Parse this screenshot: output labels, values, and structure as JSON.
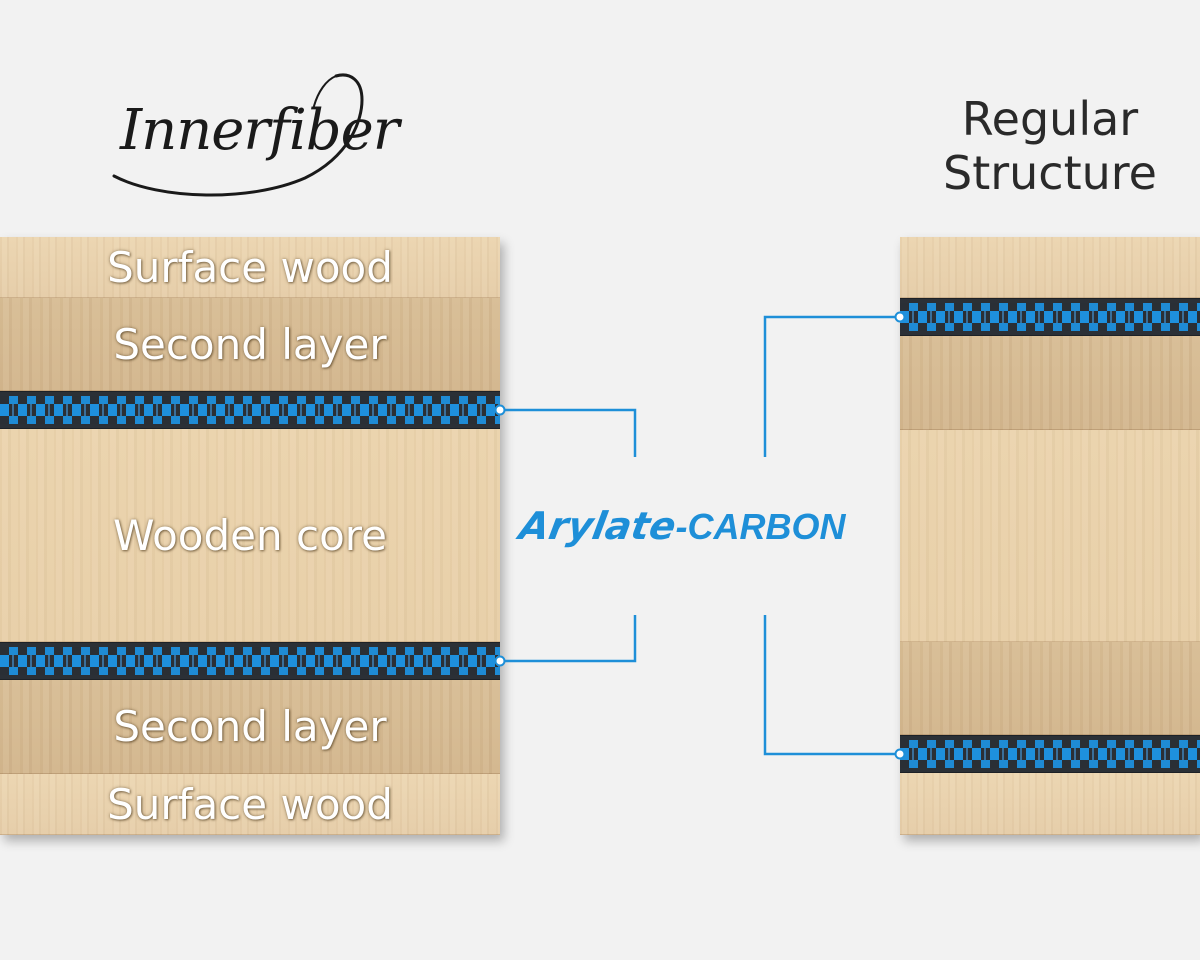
{
  "logo": {
    "text": "Innerfiber"
  },
  "regular_title": "Regular\nStructure",
  "left_layers": [
    {
      "label": "Surface wood"
    },
    {
      "label": "Second layer"
    },
    {
      "label": ""
    },
    {
      "label": "Wooden core"
    },
    {
      "label": ""
    },
    {
      "label": "Second layer"
    },
    {
      "label": "Surface wood"
    }
  ],
  "center_label": {
    "brand": "Arylate",
    "separator": "-",
    "word": "CARBON"
  },
  "colors": {
    "background": "#f2f2f2",
    "accent_blue": "#1e8fd8",
    "carbon_dark": "#2b3036"
  }
}
